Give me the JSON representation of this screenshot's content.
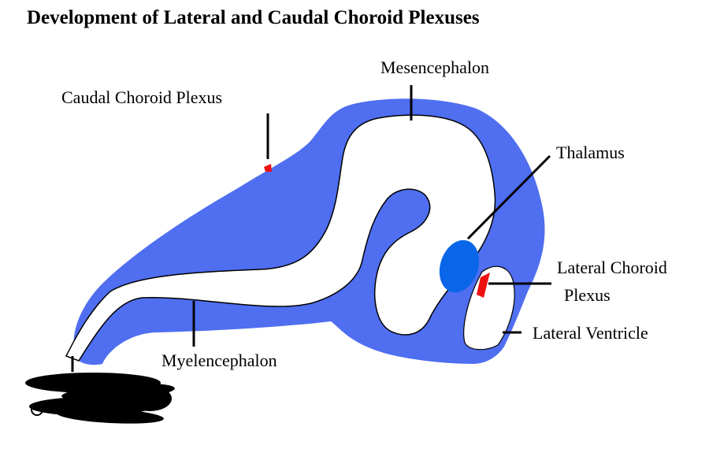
{
  "diagram": {
    "title": "Development of Lateral and Caudal Choroid Plexuses",
    "labels": {
      "mesencephalon": "Mesencephalon",
      "caudal_choroid_plexus": "Caudal Choroid Plexus",
      "thalamus": "Thalamus",
      "lateral_choroid_plexus_line1": "Lateral Choroid",
      "lateral_choroid_plexus_line2": "Plexus",
      "lateral_ventricle": "Lateral Ventricle",
      "myelencephalon": "Myelencephalon"
    },
    "colors": {
      "neural_tissue": "#4f6ef0",
      "thalamus": "#0a66e8",
      "choroid_plexus": "#ee1111",
      "ventricle": "#ffffff",
      "redaction": "#000000"
    }
  }
}
